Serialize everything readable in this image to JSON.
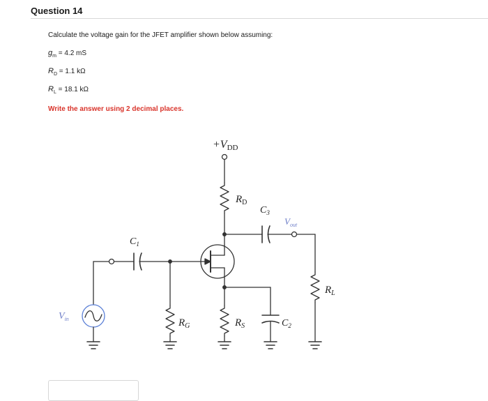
{
  "question": {
    "title": "Question 14",
    "prompt": "Calculate the voltage gain for the JFET amplifier shown below assuming:",
    "params": [
      {
        "symbol": "g",
        "sub": "m",
        "value": "= 4.2 mS"
      },
      {
        "symbol": "R",
        "sub": "D",
        "value": "= 1.1 kΩ"
      },
      {
        "symbol": "R",
        "sub": "L",
        "value": "= 18.1 kΩ"
      }
    ],
    "note": "Write the answer using 2 decimal places.",
    "note_color": "#d9342b"
  },
  "circuit": {
    "supply": {
      "main": "+V",
      "sub": "DD"
    },
    "rd": {
      "main": "R",
      "sub": "D"
    },
    "c3": {
      "main": "C",
      "sub": "3"
    },
    "vout": {
      "main": "V",
      "sub": "out"
    },
    "c1": {
      "main": "C",
      "sub": "1"
    },
    "rl": {
      "main": "R",
      "sub": "L"
    },
    "vin": {
      "main": "V",
      "sub": "in"
    },
    "rg": {
      "main": "R",
      "sub": "G"
    },
    "rs": {
      "main": "R",
      "sub": "S"
    },
    "c2": {
      "main": "C",
      "sub": "2"
    },
    "wire_color": "#333333",
    "label_color": "#222222",
    "blue_label_color": "#6f7fc8",
    "source_ring_color": "#5a7fd6"
  },
  "answer": {
    "value": ""
  }
}
